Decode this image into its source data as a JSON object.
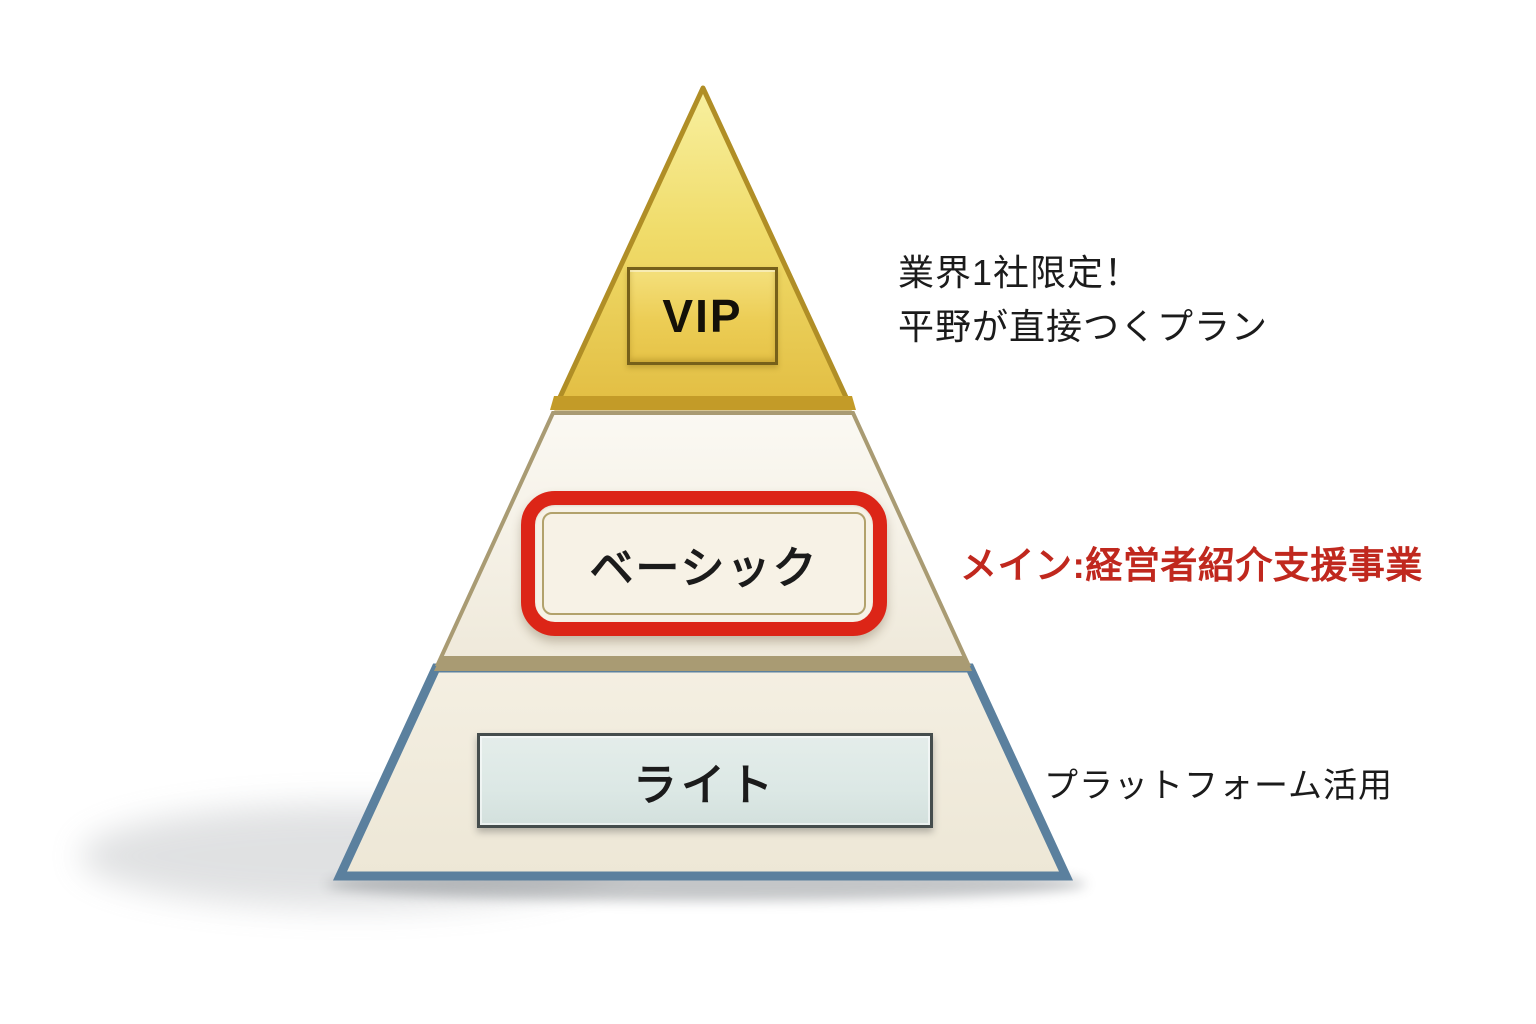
{
  "pyramid": {
    "tiers": [
      {
        "id": "vip",
        "label": "VIP",
        "fill_top": "#f8f0a0",
        "fill_bottom": "#e2bd42",
        "border": "#b08e26",
        "label_box_border": "#76601a"
      },
      {
        "id": "basic",
        "label": "ベーシック",
        "fill": "#f8f4ec",
        "border": "#a99b73",
        "highlight_border": "#dc2517",
        "inner_border": "#b2a26c"
      },
      {
        "id": "light",
        "label": "ライト",
        "fill": "#f1ecdf",
        "border": "#5b809e",
        "label_box_fill": "#dce8e5",
        "label_box_border": "#454d4d"
      }
    ]
  },
  "annotations": {
    "vip_line1": "業界1社限定！",
    "vip_line2": "平野が直接つくプラン",
    "basic": "メイン:経営者紹介支援事業",
    "light": "プラットフォーム活用"
  },
  "colors": {
    "background": "#ffffff",
    "annotation_text": "#1b1b1b",
    "basic_annotation_text": "#c0281e",
    "divider_tan": "#a99b73",
    "gold_band": "#c39b28"
  }
}
